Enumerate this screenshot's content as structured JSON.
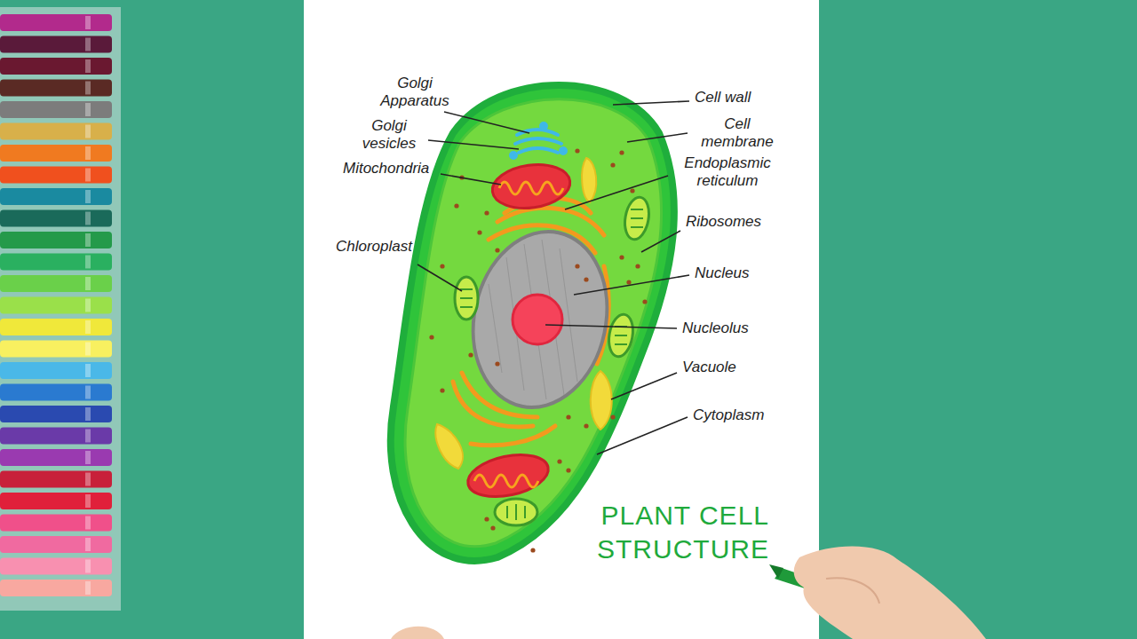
{
  "diagram": {
    "title": "PLANT CELL STRUCTURE",
    "labels": [
      "Golgi Apparatus",
      "Golgi vesicles",
      "Mitochondria",
      "Chloroplast",
      "Cell wall",
      "Cell membrane",
      "Endoplasmic reticulum",
      "Ribosomes",
      "Nucleus",
      "Nucleolus",
      "Vacuole",
      "Cytoplasm"
    ]
  }
}
